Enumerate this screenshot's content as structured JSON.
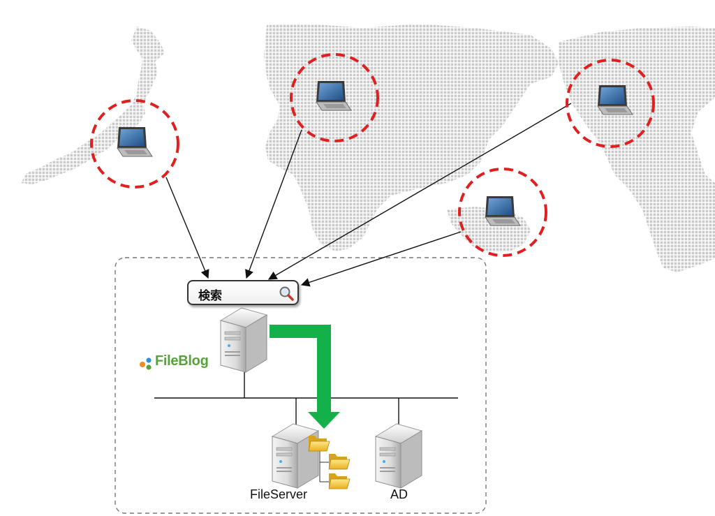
{
  "search": {
    "label": "検索"
  },
  "logo": {
    "name": "FileBlog"
  },
  "servers": {
    "fileserver_label": "FileServer",
    "ad_label": "AD"
  },
  "colors": {
    "client_ring": "#e02020",
    "flow_arrow": "#14b14a",
    "connector": "#111111",
    "boundary": "#777777",
    "map_dots": "#c8c8c8"
  },
  "icons": [
    "laptop-icon",
    "server-icon",
    "folder-icon",
    "search-icon",
    "world-map"
  ]
}
